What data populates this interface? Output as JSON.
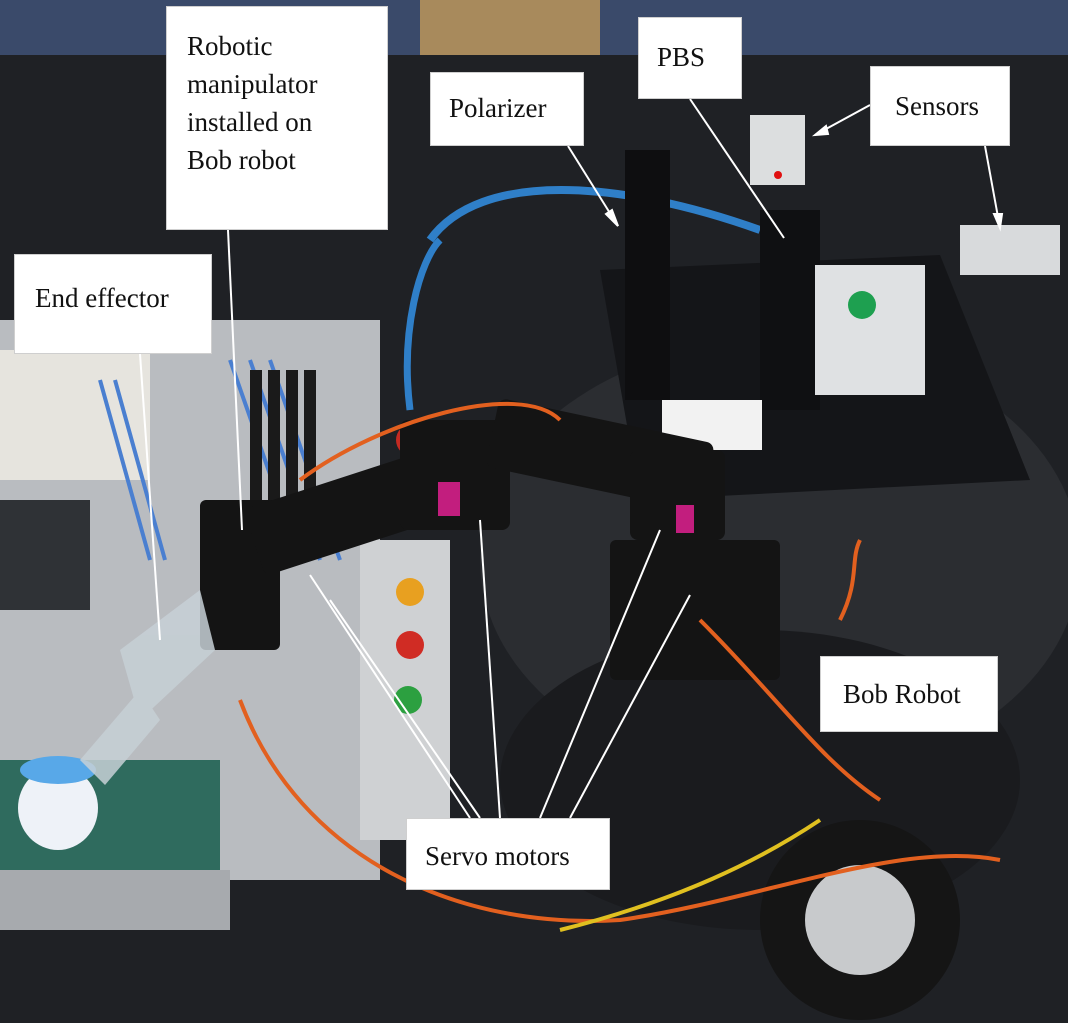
{
  "labels": {
    "robotic_manipulator": [
      "Robotic",
      "manipulator",
      "installed on",
      "Bob robot"
    ],
    "polarizer": "Polarizer",
    "pbs": "PBS",
    "sensors": "Sensors",
    "end_effector": "End effector",
    "bob_robot": "Bob Robot",
    "servo_motors": "Servo motors"
  },
  "colors": {
    "annotation_box": "#ffffff",
    "annotation_line": "#ffffff",
    "table": "#202226",
    "servo_wire_orange": "#e2601f",
    "servo_body": "#141414",
    "conveyor_belt": "#2f6b5e"
  }
}
